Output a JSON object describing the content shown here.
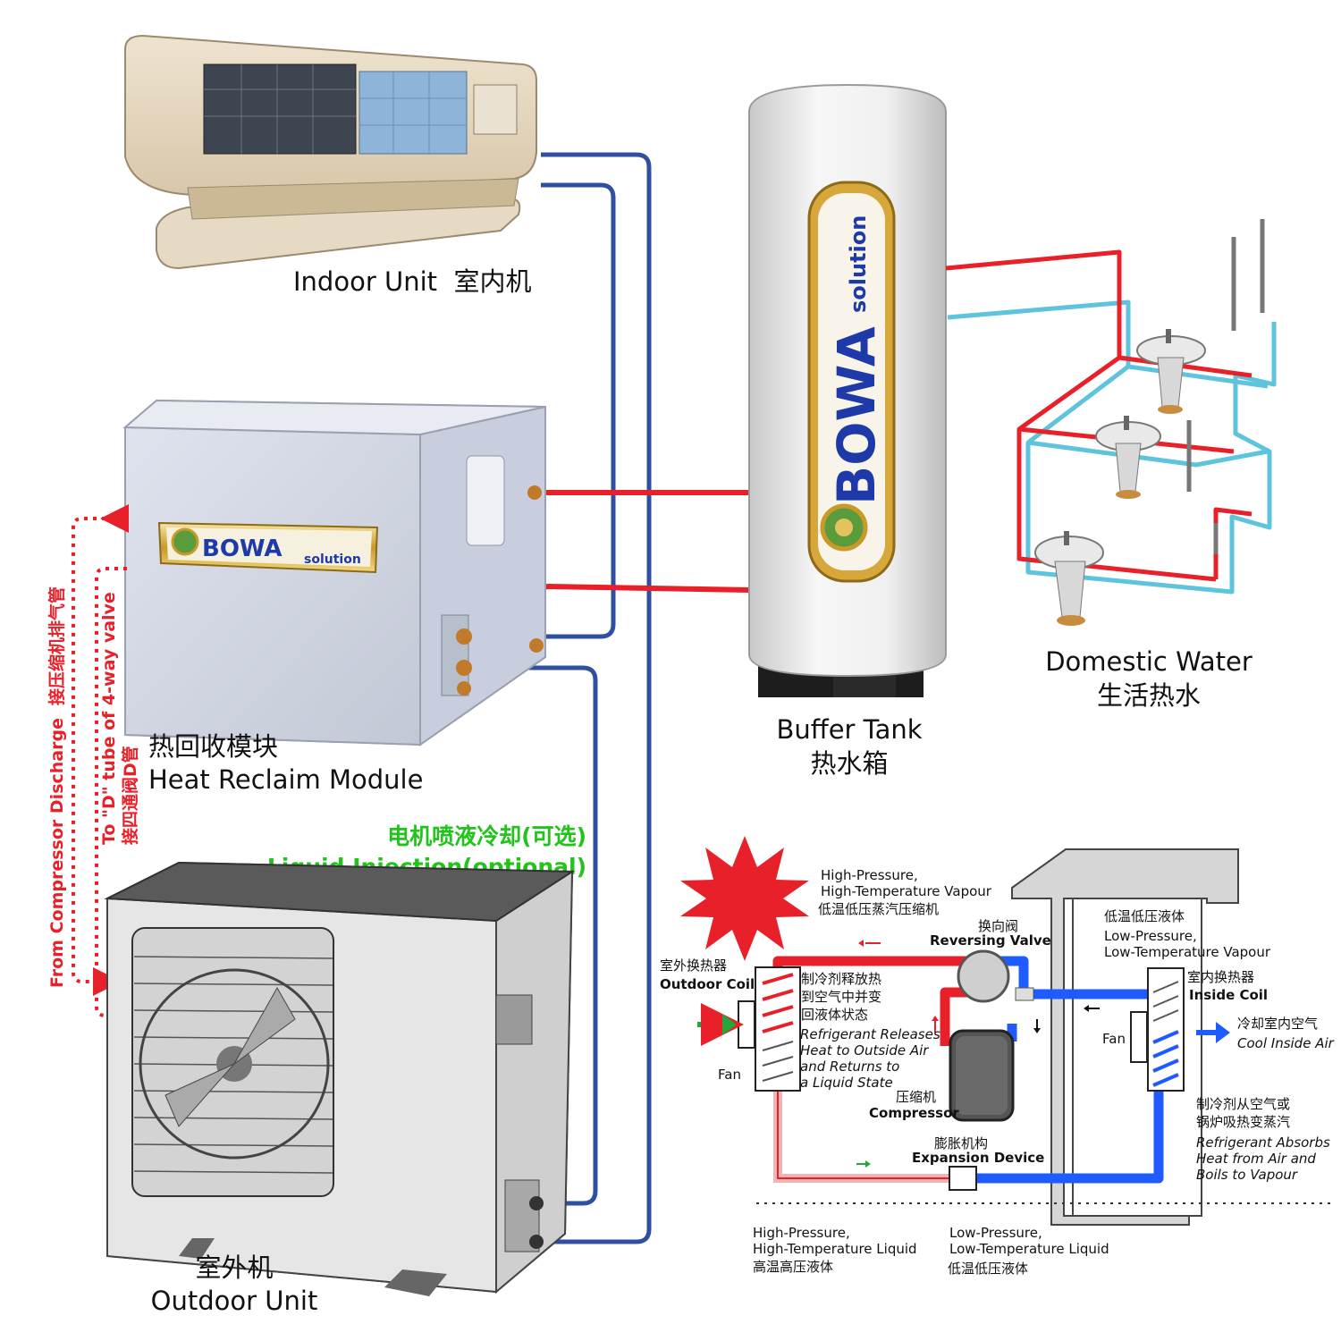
{
  "brand": {
    "name": "BOWA",
    "tagline": "solution"
  },
  "labels": {
    "indoor_unit": "Indoor Unit  室内机",
    "buffer_tank_en": "Buffer Tank",
    "buffer_tank_cn": "热水箱",
    "domestic_water_en": "Domestic Water",
    "domestic_water_cn": "生活热水",
    "heat_reclaim_cn": "热回收模块",
    "heat_reclaim_en": "Heat Reclaim Module",
    "outdoor_unit_cn": "室外机",
    "outdoor_unit_en": "Outdoor Unit",
    "liquid_injection_cn": "电机喷液冷却(可选)",
    "liquid_injection_en": "Liquid Injection(optional)",
    "from_compressor_en": "From Compressor Discharge",
    "from_compressor_cn": "接压缩机排气管",
    "to_d_tube_en": "To \"D\" tube of 4-way valve",
    "to_d_tube_cn": "接四通阀D管"
  },
  "cycle": {
    "hp_vapour_1": "High-Pressure,",
    "hp_vapour_2": "High-Temperature Vapour",
    "hp_vapour_cn": "低温低压蒸汽压缩机",
    "reversing_cn": "换向阀",
    "reversing_en": "Reversing Valve",
    "lp_vapour_cn": "低温低压液体",
    "lp_vapour_1": "Low-Pressure,",
    "lp_vapour_2": "Low-Temperature Vapour",
    "outdoor_coil_cn": "室外换热器",
    "outdoor_coil_en": "Outdoor Coil",
    "release_cn_1": "制冷剂释放热",
    "release_cn_2": "到空气中并变",
    "release_cn_3": "回液体状态",
    "release_en_1": "Refrigerant Releases",
    "release_en_2": "Heat to Outside Air",
    "release_en_3": "and Returns to",
    "release_en_4": "a Liquid State",
    "fan_left": "Fan",
    "fan_right": "Fan",
    "compressor_cn": "压缩机",
    "compressor_en": "Compressor",
    "inside_coil_cn": "室内换热器",
    "inside_coil_en": "Inside Coil",
    "cool_cn": "冷却室内空气",
    "cool_en": "Cool Inside Air",
    "absorb_cn_1": "制冷剂从空气或",
    "absorb_cn_2": "锅炉吸热变蒸汽",
    "absorb_en_1": "Refrigerant Absorbs",
    "absorb_en_2": "Heat from Air and",
    "absorb_en_3": "Boils to Vapour",
    "expansion_cn": "膨胀机构",
    "expansion_en": "Expansion Device",
    "hp_liquid_1": "High-Pressure,",
    "hp_liquid_2": "High-Temperature Liquid",
    "hp_liquid_cn": "高温高压液体",
    "lp_liquid_1": "Low-Pressure,",
    "lp_liquid_2": "Low-Temperature Liquid",
    "lp_liquid_cn": "低温低压液体"
  },
  "colors": {
    "refrigerant_line": "#2f4fa3",
    "hot_water": "#e8202a",
    "cold_water": "#5ec3dc",
    "liquid_injection": "#22c31a",
    "cycle_hot": "#e8202a",
    "cycle_cold": "#1f5bff"
  }
}
